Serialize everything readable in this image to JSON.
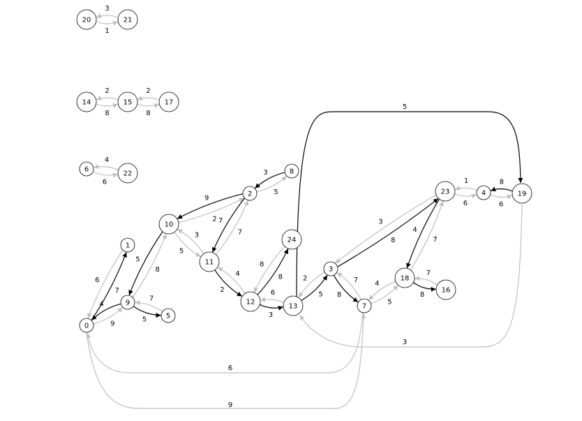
{
  "colors": {
    "dark": "#000000",
    "light": "#bfbfbf"
  },
  "nodes": [
    {
      "id": "20",
      "label": "20"
    },
    {
      "id": "21",
      "label": "21"
    },
    {
      "id": "14",
      "label": "14"
    },
    {
      "id": "15",
      "label": "15"
    },
    {
      "id": "17",
      "label": "17"
    },
    {
      "id": "6",
      "label": "6"
    },
    {
      "id": "22",
      "label": "22"
    },
    {
      "id": "0",
      "label": "0"
    },
    {
      "id": "1",
      "label": "1"
    },
    {
      "id": "9",
      "label": "9"
    },
    {
      "id": "5",
      "label": "5"
    },
    {
      "id": "10",
      "label": "10"
    },
    {
      "id": "11",
      "label": "11"
    },
    {
      "id": "2",
      "label": "2"
    },
    {
      "id": "8",
      "label": "8"
    },
    {
      "id": "12",
      "label": "12"
    },
    {
      "id": "24",
      "label": "24"
    },
    {
      "id": "13",
      "label": "13"
    },
    {
      "id": "3",
      "label": "3"
    },
    {
      "id": "7",
      "label": "7"
    },
    {
      "id": "18",
      "label": "18"
    },
    {
      "id": "16",
      "label": "16"
    },
    {
      "id": "23",
      "label": "23"
    },
    {
      "id": "4",
      "label": "4"
    },
    {
      "id": "19",
      "label": "19"
    }
  ],
  "edges": [
    {
      "from": "20",
      "to": "21",
      "label": "1",
      "style": "light"
    },
    {
      "from": "21",
      "to": "20",
      "label": "3",
      "style": "light"
    },
    {
      "from": "14",
      "to": "15",
      "label": "8",
      "style": "light"
    },
    {
      "from": "15",
      "to": "14",
      "label": "2",
      "style": "light"
    },
    {
      "from": "15",
      "to": "17",
      "label": "8",
      "style": "light"
    },
    {
      "from": "17",
      "to": "15",
      "label": "2",
      "style": "light"
    },
    {
      "from": "6",
      "to": "22",
      "label": "6",
      "style": "light"
    },
    {
      "from": "22",
      "to": "6",
      "label": "4",
      "style": "light"
    },
    {
      "from": "0",
      "to": "1",
      "label": "7",
      "style": "dark"
    },
    {
      "from": "1",
      "to": "0",
      "label": "6",
      "style": "light"
    },
    {
      "from": "0",
      "to": "9",
      "label": "9",
      "style": "light"
    },
    {
      "from": "9",
      "to": "0",
      "label": "4",
      "style": "dark"
    },
    {
      "from": "9",
      "to": "5",
      "label": "5",
      "style": "dark"
    },
    {
      "from": "5",
      "to": "9",
      "label": "7",
      "style": "light"
    },
    {
      "from": "9",
      "to": "10",
      "label": "8",
      "style": "light"
    },
    {
      "from": "10",
      "to": "9",
      "label": "5",
      "style": "dark"
    },
    {
      "from": "10",
      "to": "2",
      "label": "2",
      "style": "light"
    },
    {
      "from": "2",
      "to": "10",
      "label": "9",
      "style": "dark"
    },
    {
      "from": "10",
      "to": "11",
      "label": "5",
      "style": "light"
    },
    {
      "from": "11",
      "to": "10",
      "label": "3",
      "style": "light"
    },
    {
      "from": "2",
      "to": "11",
      "label": "7",
      "style": "dark"
    },
    {
      "from": "11",
      "to": "2",
      "label": "7",
      "style": "light"
    },
    {
      "from": "2",
      "to": "8",
      "label": "5",
      "style": "light"
    },
    {
      "from": "8",
      "to": "2",
      "label": "3",
      "style": "dark"
    },
    {
      "from": "11",
      "to": "12",
      "label": "2",
      "style": "dark"
    },
    {
      "from": "12",
      "to": "11",
      "label": "4",
      "style": "light"
    },
    {
      "from": "12",
      "to": "24",
      "label": "8",
      "style": "dark"
    },
    {
      "from": "24",
      "to": "12",
      "label": "8",
      "style": "light"
    },
    {
      "from": "12",
      "to": "13",
      "label": "3",
      "style": "dark"
    },
    {
      "from": "13",
      "to": "12",
      "label": "6",
      "style": "light"
    },
    {
      "from": "13",
      "to": "3",
      "label": "5",
      "style": "dark"
    },
    {
      "from": "3",
      "to": "13",
      "label": "2",
      "style": "light"
    },
    {
      "from": "3",
      "to": "7",
      "label": "8",
      "style": "dark"
    },
    {
      "from": "7",
      "to": "3",
      "label": "7",
      "style": "light"
    },
    {
      "from": "3",
      "to": "23",
      "label": "8",
      "style": "dark"
    },
    {
      "from": "23",
      "to": "3",
      "label": "3",
      "style": "light"
    },
    {
      "from": "7",
      "to": "18",
      "label": "5",
      "style": "light"
    },
    {
      "from": "18",
      "to": "7",
      "label": "4",
      "style": "light"
    },
    {
      "from": "18",
      "to": "16",
      "label": "8",
      "style": "dark"
    },
    {
      "from": "16",
      "to": "18",
      "label": "7",
      "style": "light"
    },
    {
      "from": "23",
      "to": "18",
      "label": "4",
      "style": "dark"
    },
    {
      "from": "18",
      "to": "23",
      "label": "7",
      "style": "light"
    },
    {
      "from": "4",
      "to": "23",
      "label": "1",
      "style": "light"
    },
    {
      "from": "23",
      "to": "4",
      "label": "6",
      "style": "light"
    },
    {
      "from": "4",
      "to": "19",
      "label": "6",
      "style": "light"
    },
    {
      "from": "19",
      "to": "4",
      "label": "8",
      "style": "dark"
    },
    {
      "from": "13",
      "to": "19",
      "label": "5",
      "style": "dark"
    },
    {
      "from": "19",
      "to": "13",
      "label": "3",
      "style": "light"
    },
    {
      "from": "7",
      "to": "0",
      "label": "6",
      "style": "light"
    },
    {
      "from": "0",
      "to": "7",
      "label": "9",
      "style": "light"
    }
  ]
}
